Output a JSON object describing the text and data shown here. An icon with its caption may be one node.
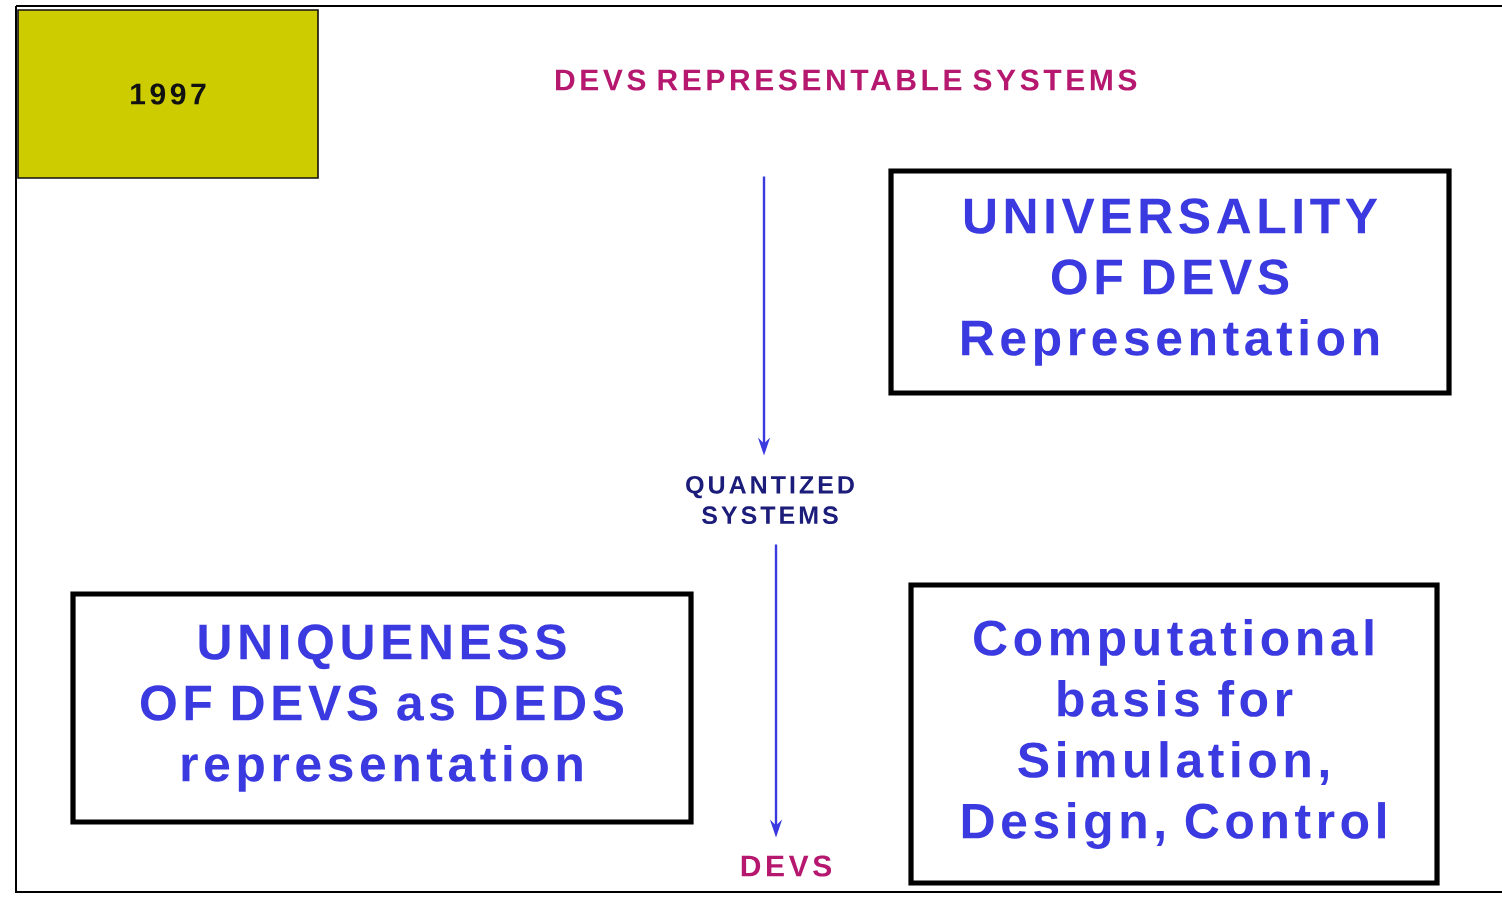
{
  "diagram": {
    "nodes": [
      {
        "text": [
          "1997"
        ]
      },
      {
        "text": [
          "DEVS REPRESENTABLE SYSTEMS"
        ]
      },
      {
        "text": [
          "UNIVERSALITY OF DEVS Representation"
        ]
      },
      {
        "text": [
          "QUANTIZED SYSTEMS"
        ]
      },
      {
        "text": [
          "UNIQUENESS OF DEVS as DEDS representation"
        ]
      },
      {
        "text": [
          "Computational basis for Simulation, Design, Control"
        ]
      },
      {
        "text": [
          "DEVS"
        ]
      }
    ],
    "edges": [
      {
        "from": 1,
        "to": 3,
        "arrow": "to"
      },
      {
        "from": 3,
        "to": 6,
        "arrow": "to"
      }
    ]
  }
}
